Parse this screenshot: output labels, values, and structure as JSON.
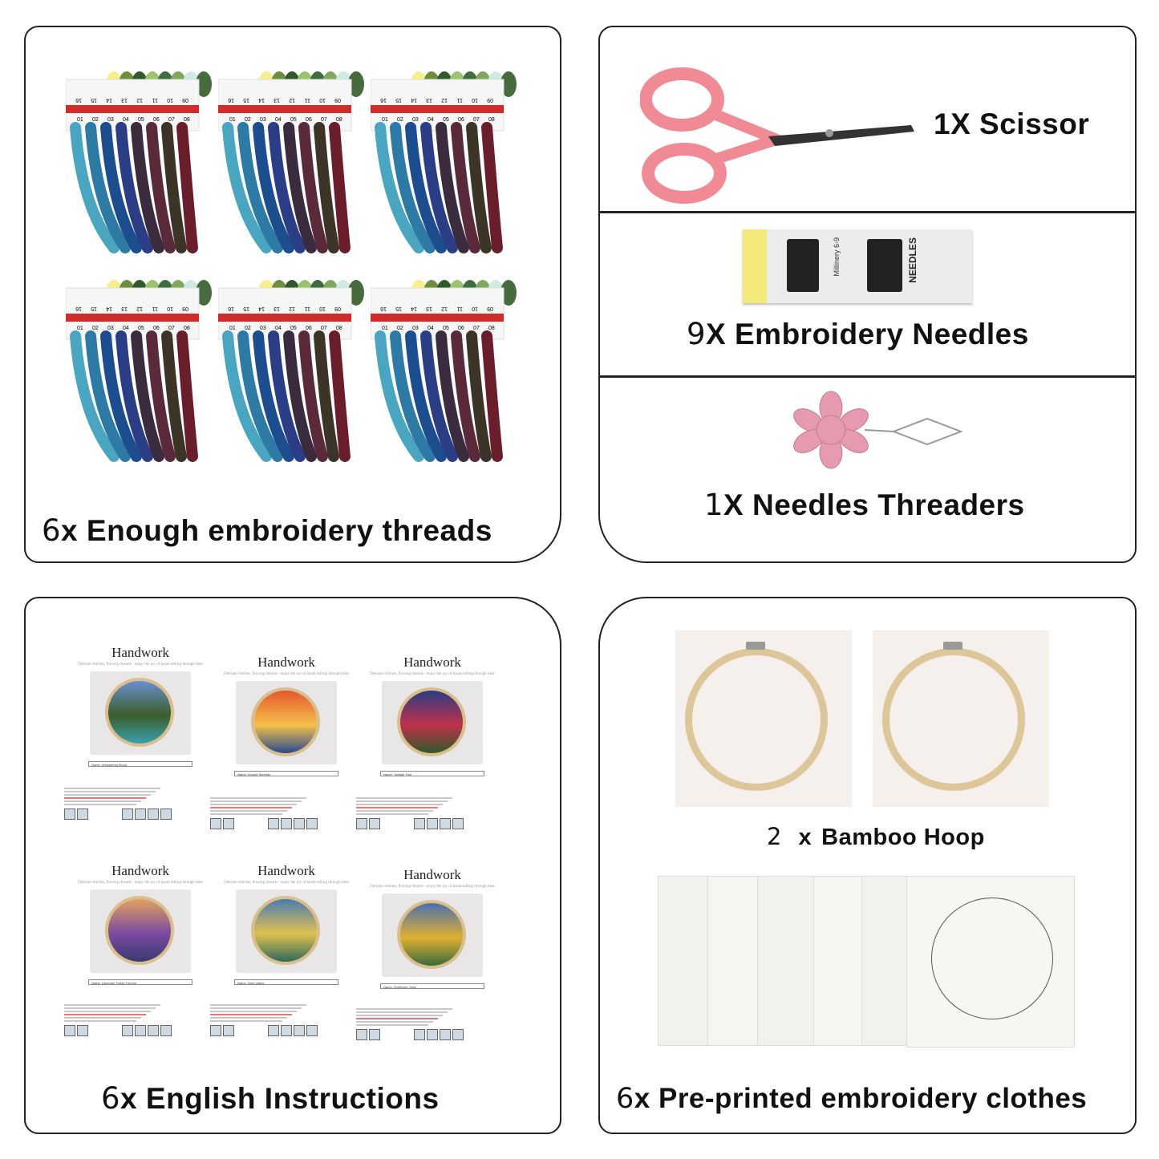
{
  "panels": {
    "threads": {
      "caption_num": "6",
      "caption_text": "x Enough embroidery threads"
    },
    "tools": {
      "scissor_label": "1X Scissor",
      "needles_num": "9",
      "needles_text": "X Embroidery Needles",
      "threader_num": "1",
      "threader_text": "X Needles Threaders",
      "needle_pack_text": "NEEDLES",
      "needle_pack_sub": "Millinery 6-9"
    },
    "instructions": {
      "caption_num": "6",
      "caption_text": "x English Instructions",
      "sheet_title": "Handwork",
      "sheet_subtitle": "Delicate stitches, flowing threads - enjoy the joy of handcrafting through time",
      "sheets": [
        {
          "name": "Name: Whispering Brook"
        },
        {
          "name": "Name: Sunset Serenity"
        },
        {
          "name": "Name: Twilight Tree"
        },
        {
          "name": "Name: Lavender Fields Forever"
        },
        {
          "name": "Name: Swirl Valley"
        },
        {
          "name": "Name: Sunflower Glow"
        }
      ]
    },
    "hoops": {
      "hoop_num": "2",
      "hoop_x": "x",
      "hoop_text": "Bamboo Hoop",
      "clothes_num": "6",
      "clothes_text": "x Pre-printed embroidery clothes"
    }
  },
  "thread_card": {
    "top_numbers": [
      "16",
      "15",
      "14",
      "13",
      "12",
      "11",
      "10",
      "09"
    ],
    "bottom_numbers": [
      "01",
      "02",
      "03",
      "04",
      "05",
      "06",
      "07",
      "08"
    ]
  },
  "colors": {
    "scissor_pink": "#f08a94",
    "threader_pink": "#e59ab0",
    "hoop_wood": "#dcc69a",
    "card_red": "#d22b2b"
  }
}
